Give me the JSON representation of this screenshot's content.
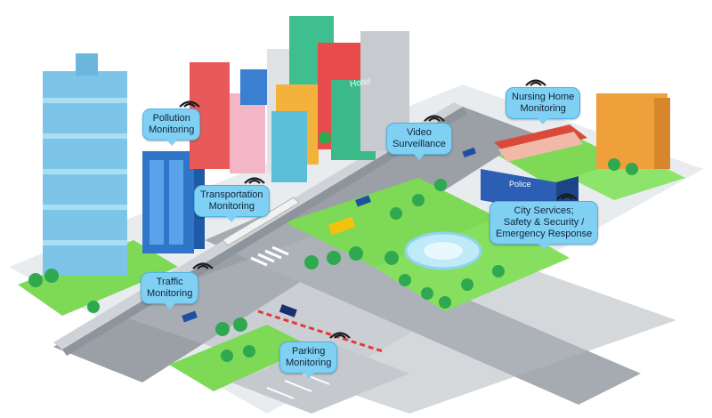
{
  "callouts": {
    "pollution": [
      "Pollution",
      "Monitoring"
    ],
    "transportation": [
      "Transportation",
      "Monitoring"
    ],
    "video": [
      "Video",
      "Surveillance"
    ],
    "nursing": [
      "Nursing Home",
      "Monitoring"
    ],
    "city_services": [
      "City Services;",
      "Safety & Security /",
      "Emergency Response"
    ],
    "traffic": [
      "Traffic",
      "Monitoring"
    ],
    "parking": [
      "Parking",
      "Monitoring"
    ]
  },
  "signs": {
    "hotel": "Hotel",
    "police": "Police"
  },
  "colors": {
    "road": "#9aa0a6",
    "grass": "#7ed957",
    "callout": "#7fd0f2",
    "signal": "#1a1a1a"
  }
}
